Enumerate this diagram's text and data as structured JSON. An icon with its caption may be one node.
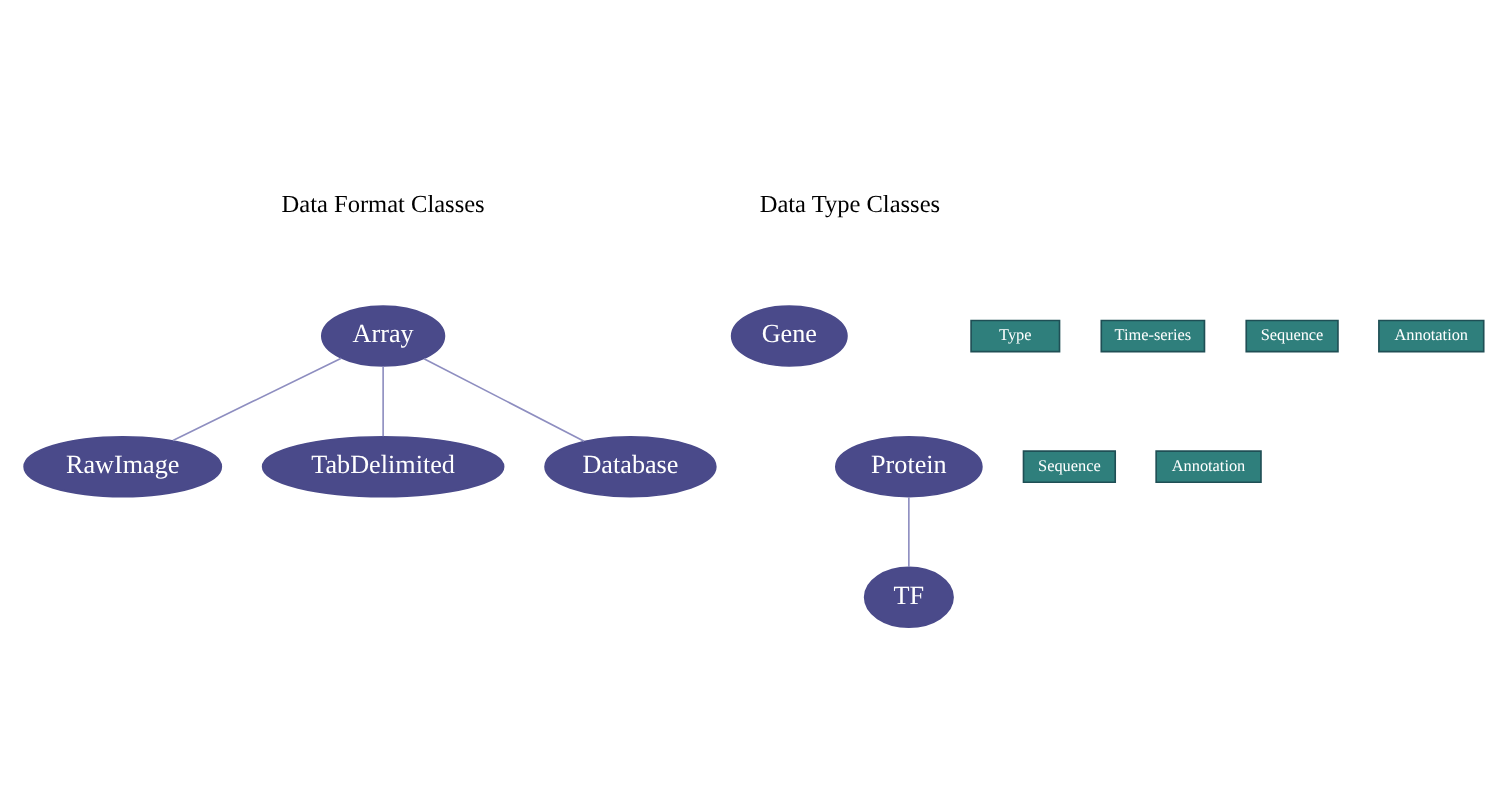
{
  "diagram": {
    "nodes": [
      {
        "text": [
          "Array"
        ]
      },
      {
        "text": [
          "Type"
        ]
      },
      {
        "text": [
          "Time-series"
        ]
      },
      {
        "text": [
          "RawImage"
        ]
      },
      {
        "text": [
          "TabDelimited"
        ]
      },
      {
        "text": [
          "Database"
        ]
      },
      {
        "text": [
          "Gene"
        ]
      },
      {
        "text": [
          "Sequence"
        ]
      },
      {
        "text": [
          "Annotation"
        ]
      },
      {
        "text": [
          "Protein"
        ]
      },
      {
        "text": [
          "Sequence"
        ]
      },
      {
        "text": [
          "Annotation"
        ]
      },
      {
        "text": [
          "TF"
        ]
      }
    ],
    "edges": [
      {
        "from": 0,
        "to": 3,
        "arrow": "none"
      },
      {
        "from": 0,
        "to": 4,
        "arrow": "none"
      },
      {
        "from": 0,
        "to": 5,
        "arrow": "none"
      },
      {
        "from": 9,
        "to": 12,
        "arrow": "none"
      }
    ],
    "labels": [
      "Data Format Classes",
      "Data Type Classes"
    ]
  }
}
